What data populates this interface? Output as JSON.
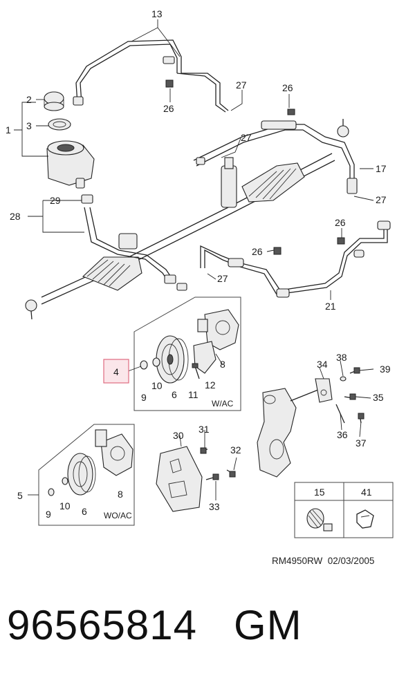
{
  "diagram": {
    "callouts": [
      "13",
      "2",
      "3",
      "1",
      "26",
      "27",
      "26",
      "27",
      "17",
      "27",
      "29",
      "28",
      "26",
      "26",
      "27",
      "21",
      "4",
      "9",
      "10",
      "6",
      "11",
      "12",
      "8",
      "34",
      "38",
      "39",
      "35",
      "36",
      "37",
      "30",
      "31",
      "32",
      "33",
      "5",
      "9",
      "10",
      "6",
      "8",
      "15",
      "41"
    ],
    "boxes": {
      "with_ac_label": "W/AC",
      "without_ac_label": "WO/AC",
      "legend_header_left": "15",
      "legend_header_right": "41"
    },
    "highlighted_callout": "4",
    "diagram_code": "RM4950RW  02/03/2005"
  },
  "part_number": "96565814   GM"
}
